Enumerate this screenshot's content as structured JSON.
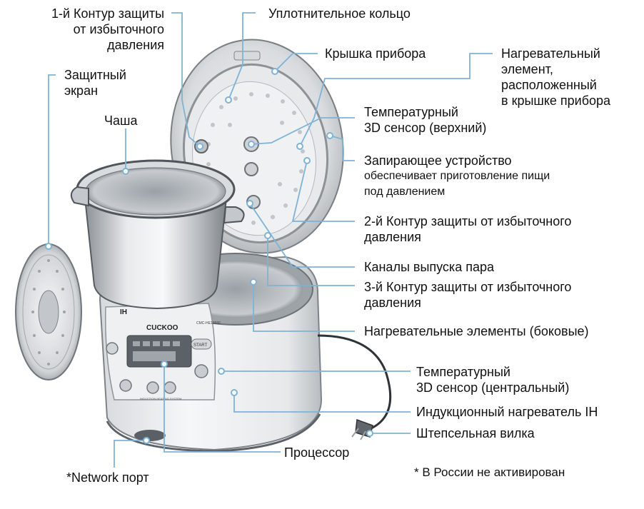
{
  "labels": {
    "circuit1": [
      "1-й Контур защиты",
      "от избыточного",
      "давления"
    ],
    "seal": "Уплотнительное кольцо",
    "lid": "Крышка прибора",
    "lid_heater": [
      "Нагревательный",
      "элемент,",
      "расположенный",
      "в крышке прибора"
    ],
    "shield": [
      "Защитный",
      "экран"
    ],
    "bowl": "Чаша",
    "top_sensor": [
      "Температурный",
      "3D сенсор (верхний)"
    ],
    "lock": [
      "Запирающее устройство",
      "обеспечивает приготовление пищи",
      "под давлением"
    ],
    "circuit2": [
      "2-й Контур защиты от избыточного",
      "давления"
    ],
    "steam": "Каналы выпуска пара",
    "circuit3": [
      "3-й Контур защиты от избыточного",
      "давления"
    ],
    "side_heaters": "Нагревательные элементы (боковые)",
    "center_sensor": [
      "Температурный",
      "3D сенсор (центральный)"
    ],
    "induction": "Индукционный нагреватель IH",
    "plug": "Штепсельная вилка",
    "processor": "Процессор",
    "network": "*Network порт",
    "russia_note": "* В России не активирован"
  },
  "device_text": {
    "brand": "CUCKOO",
    "ih": "IH",
    "start": "START",
    "model": "CMC-HE1055F",
    "strip": "INDUCTION HEATING SYSTEM"
  },
  "colors": {
    "leader": "#7fb3d5",
    "text": "#111111",
    "steel": "#c9cdd1"
  }
}
